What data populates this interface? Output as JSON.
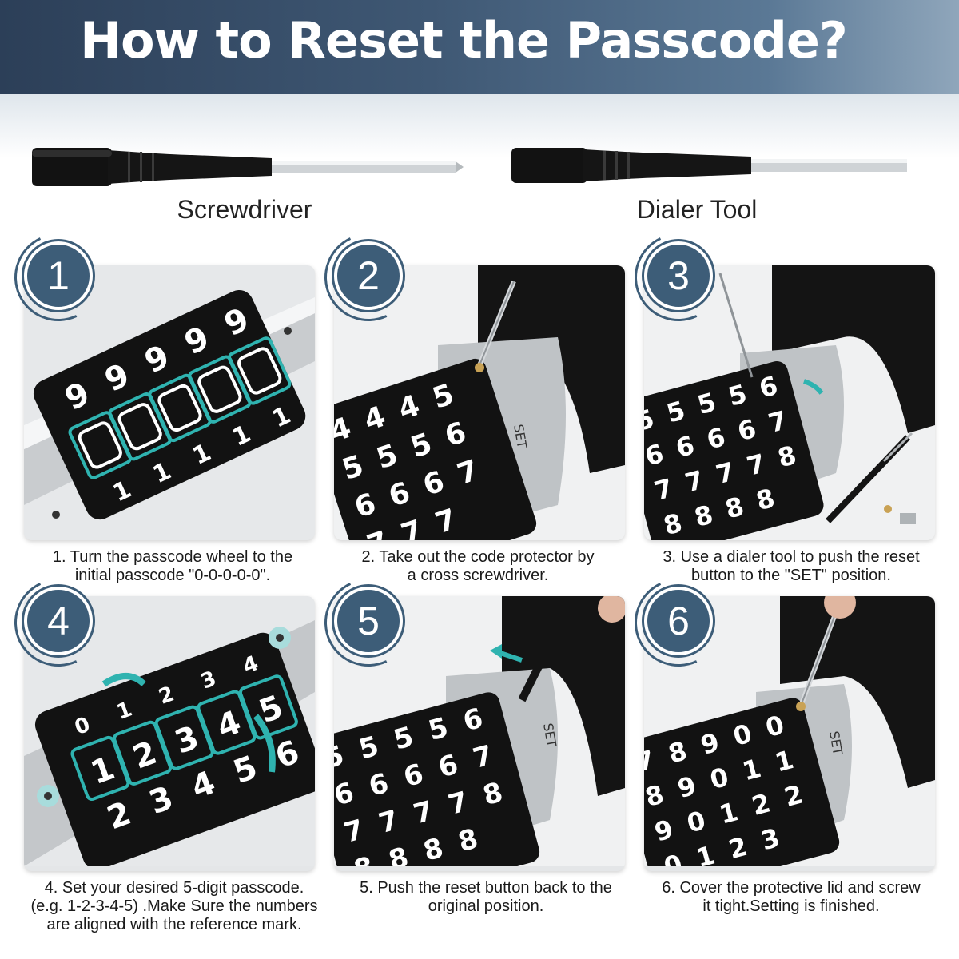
{
  "title": "How to Reset the Passcode?",
  "tools": [
    {
      "label": "Screwdriver",
      "icon": "screwdriver-icon"
    },
    {
      "label": "Dialer Tool",
      "icon": "dialer-tool-icon"
    }
  ],
  "steps": [
    {
      "number": "1",
      "caption_lines": [
        "1. Turn the passcode wheel to the",
        "initial passcode \"0-0-0-0-0\"."
      ]
    },
    {
      "number": "2",
      "caption_lines": [
        "2. Take out the code protector by",
        "a cross screwdriver."
      ]
    },
    {
      "number": "3",
      "caption_lines": [
        "3. Use a dialer tool to push the reset",
        "button to the \"SET\" position."
      ]
    },
    {
      "number": "4",
      "caption_lines": [
        "4. Set your desired 5-digit passcode.",
        "(e.g. 1-2-3-4-5) .Make Sure the numbers",
        "are aligned with the reference mark."
      ]
    },
    {
      "number": "5",
      "caption_lines": [
        "5. Push the reset button back to the",
        "original position."
      ]
    },
    {
      "number": "6",
      "caption_lines": [
        "6. Cover the protective lid and screw",
        "it tight.Setting is finished."
      ]
    }
  ],
  "lock_marks": {
    "set_label": "SET"
  },
  "colors": {
    "accent": "#3d5d78",
    "highlight": "#2fb3b0",
    "banner": "#3f5874",
    "lock_body": "#141414"
  }
}
